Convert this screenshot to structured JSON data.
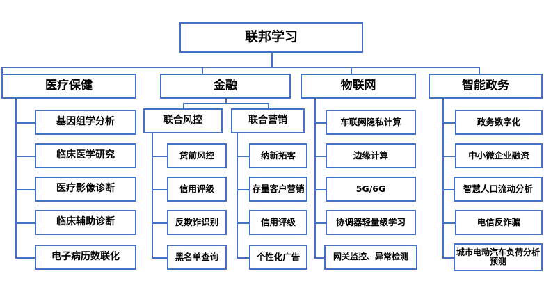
{
  "diagram": {
    "title_node": {
      "label": "联邦学习"
    },
    "branches": [
      {
        "label": "医疗保健",
        "children": [
          {
            "label": "基因组学分析"
          },
          {
            "label": "临床医学研究"
          },
          {
            "label": "医疗影像诊断"
          },
          {
            "label": "临床辅助诊断"
          },
          {
            "label": "电子病历数联化"
          }
        ]
      },
      {
        "label": "金融",
        "subgroups": [
          {
            "label": "联合风控",
            "children": [
              {
                "label": "贷前风控"
              },
              {
                "label": "信用评级"
              },
              {
                "label": "反欺诈识别"
              },
              {
                "label": "黑名单查询"
              }
            ]
          },
          {
            "label": "联合营销",
            "children": [
              {
                "label": "纳新拓客"
              },
              {
                "label": "存量客户营销"
              },
              {
                "label": "信用评级"
              },
              {
                "label": "个性化广告"
              }
            ]
          }
        ]
      },
      {
        "label": "物联网",
        "children": [
          {
            "label": "车联网隐私计算"
          },
          {
            "label": "边缘计算"
          },
          {
            "label": "5G/6G"
          },
          {
            "label": "协调器轻量级学习"
          },
          {
            "label": "网关监控、异常检测"
          }
        ]
      },
      {
        "label": "智能政务",
        "children": [
          {
            "label": "政务数字化"
          },
          {
            "label": "中小微企业融资"
          },
          {
            "label": "智慧人口流动分析"
          },
          {
            "label": "电信反诈骗"
          },
          {
            "label": "城市电动汽车负荷分析预测"
          }
        ]
      }
    ],
    "colors": {
      "box_border": "#4472C4",
      "connector": "#4472C4",
      "background": "#FFFFFF",
      "text": "#000000"
    }
  }
}
